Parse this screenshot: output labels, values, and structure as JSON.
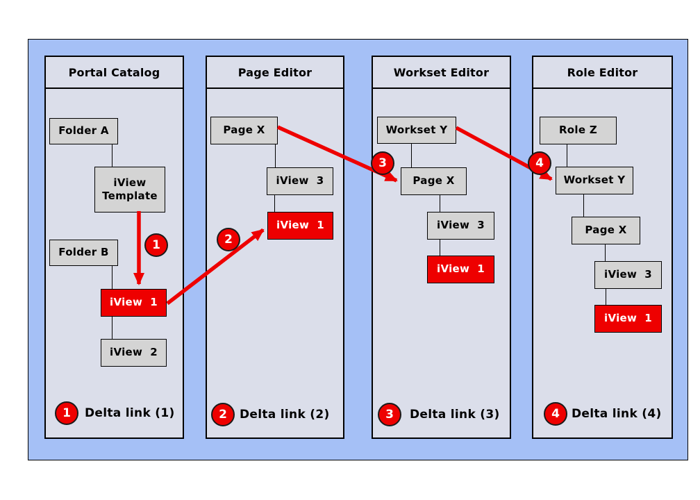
{
  "diagram": {
    "colors": {
      "board_bg": "#a5c0f6",
      "panel_bg": "#dbdeea",
      "node_bg": "#d4d4d4",
      "highlight": "#ee0000",
      "marker_border": "#1a1a1a",
      "connector": "#000000",
      "highlight_text": "#ffffff"
    },
    "panels": [
      {
        "title": "Portal Catalog",
        "marker": "1",
        "legend": "Delta link (1)",
        "nodes": {
          "folder_a": "Folder A",
          "iview_template": "iView\nTemplate",
          "folder_b": "Folder B",
          "iview_1": "iView  1",
          "iview_2": "iView  2"
        }
      },
      {
        "title": "Page Editor",
        "marker": "2",
        "legend": "Delta link (2)",
        "nodes": {
          "page_x": "Page X",
          "iview_3": "iView  3",
          "iview_1": "iView  1"
        }
      },
      {
        "title": "Workset Editor",
        "marker": "3",
        "legend": "Delta link (3)",
        "nodes": {
          "workset_y": "Workset Y",
          "page_x": "Page X",
          "iview_3": "iView  3",
          "iview_1": "iView  1"
        }
      },
      {
        "title": "Role Editor",
        "marker": "4",
        "legend": "Delta link (4)",
        "nodes": {
          "role_z": "Role Z",
          "workset_y": "Workset Y",
          "page_x": "Page X",
          "iview_3": "iView  3",
          "iview_1": "iView  1"
        }
      }
    ]
  }
}
